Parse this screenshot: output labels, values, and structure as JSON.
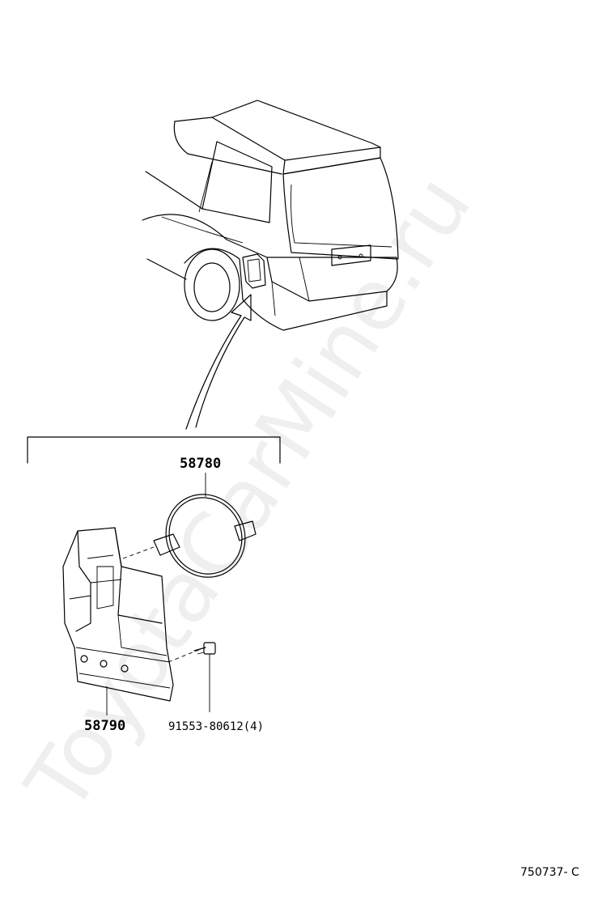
{
  "diagram": {
    "parts": [
      {
        "id": "ring",
        "number": "58780"
      },
      {
        "id": "housing",
        "number": "58790"
      },
      {
        "id": "clip",
        "number": "91553-80612(4)"
      }
    ],
    "diagram_id": "750737- C",
    "watermark": "ToyotaCarMine.ru"
  }
}
